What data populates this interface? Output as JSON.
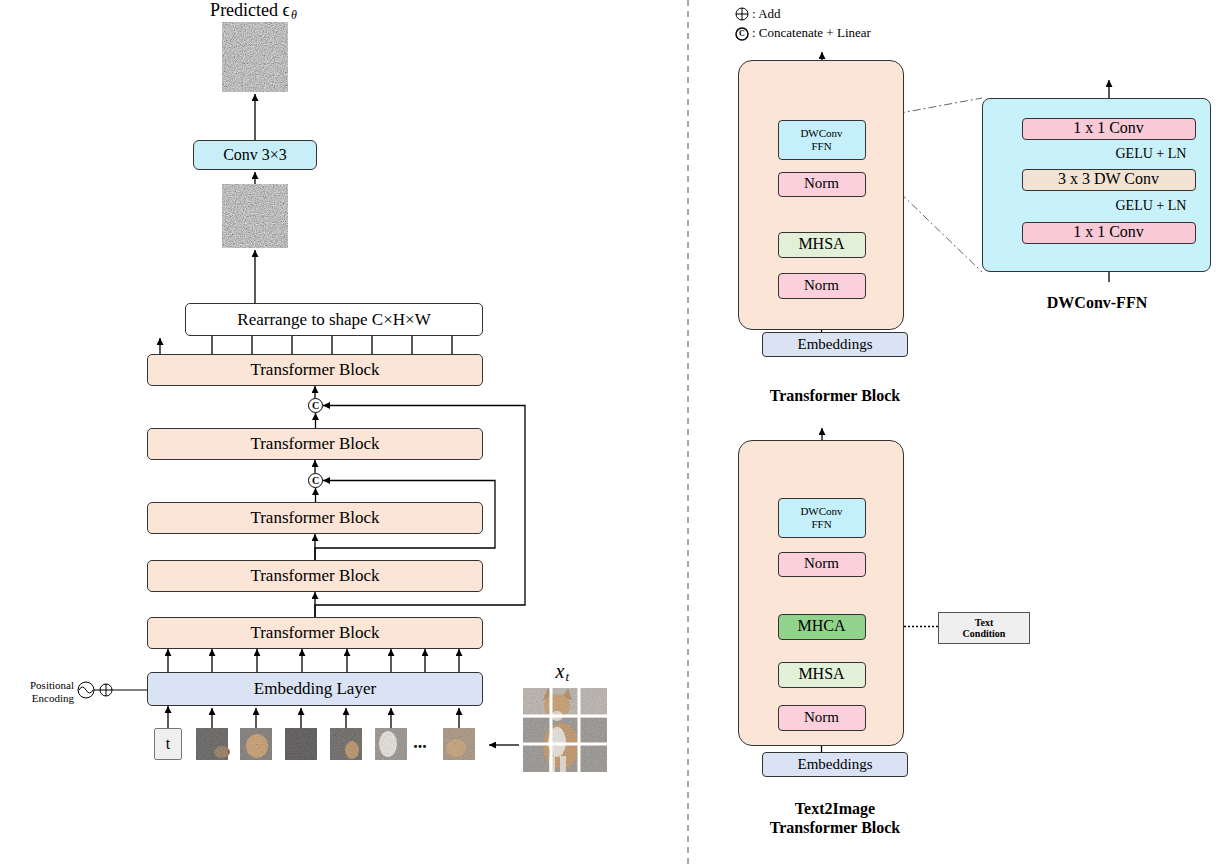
{
  "diagram": {
    "nodes": [
      {
        "text": [
          "Conv 3×3"
        ]
      },
      {
        "text": [
          "Rearrange to shape C×H×W"
        ]
      },
      {
        "text": [
          "Transformer Block"
        ]
      },
      {
        "text": [
          "C"
        ]
      },
      {
        "text": [
          "Transformer Block"
        ]
      },
      {
        "text": [
          "C"
        ]
      },
      {
        "text": [
          "Transformer Block"
        ]
      },
      {
        "text": [
          "Transformer Block"
        ]
      },
      {
        "text": [
          "Transformer Block"
        ]
      },
      {
        "text": [
          "Embedding Layer"
        ]
      },
      {
        "text": [
          "t"
        ]
      },
      {
        "text": [
          "Transformer Block"
        ]
      },
      {
        "text": [
          "DWConv FFN"
        ],
        "in": 11
      },
      {
        "text": [
          "Norm"
        ],
        "in": 11
      },
      {
        "text": [
          "MHSA"
        ],
        "in": 11
      },
      {
        "text": [
          "Norm"
        ],
        "in": 11
      },
      {
        "text": [
          "Embeddings"
        ]
      },
      {
        "text": [
          "DWConv-FFN"
        ]
      },
      {
        "text": [
          "1 x 1 Conv"
        ],
        "in": 17
      },
      {
        "text": [
          "3 x 3 DW Conv"
        ],
        "in": 17
      },
      {
        "text": [
          "1 x 1 Conv"
        ],
        "in": 17
      },
      {
        "text": [
          "Text2Image Transformer Block"
        ]
      },
      {
        "text": [
          "DWConv FFN"
        ],
        "in": 21
      },
      {
        "text": [
          "Norm"
        ],
        "in": 21
      },
      {
        "text": [
          "MHCA"
        ],
        "in": 21
      },
      {
        "text": [
          "MHSA"
        ],
        "in": 21
      },
      {
        "text": [
          "Norm"
        ],
        "in": 21
      },
      {
        "text": [
          "Text Condition"
        ]
      },
      {
        "text": [
          "Embeddings"
        ]
      }
    ],
    "edges": [
      {
        "from": 9,
        "to": 8,
        "arrow": "to"
      },
      {
        "from": 8,
        "to": 7,
        "arrow": "to"
      },
      {
        "from": 7,
        "to": 6,
        "arrow": "to"
      },
      {
        "from": 6,
        "to": 5,
        "arrow": "to"
      },
      {
        "from": 5,
        "to": 4,
        "arrow": "to"
      },
      {
        "from": 4,
        "to": 3,
        "arrow": "to"
      },
      {
        "from": 3,
        "to": 2,
        "arrow": "to"
      },
      {
        "from": 2,
        "to": 1,
        "arrow": "none"
      },
      {
        "from": 8,
        "to": 3,
        "arrow": "to"
      },
      {
        "from": 7,
        "to": 5,
        "arrow": "to"
      },
      {
        "from": 10,
        "to": 9,
        "arrow": "to"
      },
      {
        "from": 16,
        "to": 15,
        "arrow": "to"
      },
      {
        "from": 15,
        "to": 14,
        "arrow": "to"
      },
      {
        "from": 14,
        "to": 13,
        "arrow": "to"
      },
      {
        "from": 13,
        "to": 12,
        "arrow": "to"
      },
      {
        "from": 20,
        "to": 19,
        "arrow": "to",
        "label": "GELU + LN"
      },
      {
        "from": 19,
        "to": 18,
        "arrow": "to",
        "label": "GELU + LN"
      },
      {
        "from": 28,
        "to": 26,
        "arrow": "to"
      },
      {
        "from": 26,
        "to": 25,
        "arrow": "to"
      },
      {
        "from": 25,
        "to": 24,
        "arrow": "to"
      },
      {
        "from": 24,
        "to": 23,
        "arrow": "to"
      },
      {
        "from": 23,
        "to": 22,
        "arrow": "to"
      },
      {
        "from": 27,
        "to": 24,
        "arrow": "to"
      },
      {
        "from": 12,
        "to": 17,
        "arrow": "none"
      }
    ],
    "labels": [
      "Predicted ϵ",
      "θ",
      "Positional Encoding",
      "...",
      "x",
      "t",
      "C"
    ],
    "legend": [
      {
        "text": ": Add"
      },
      {
        "text": ": Concatenate + Linear"
      }
    ]
  }
}
